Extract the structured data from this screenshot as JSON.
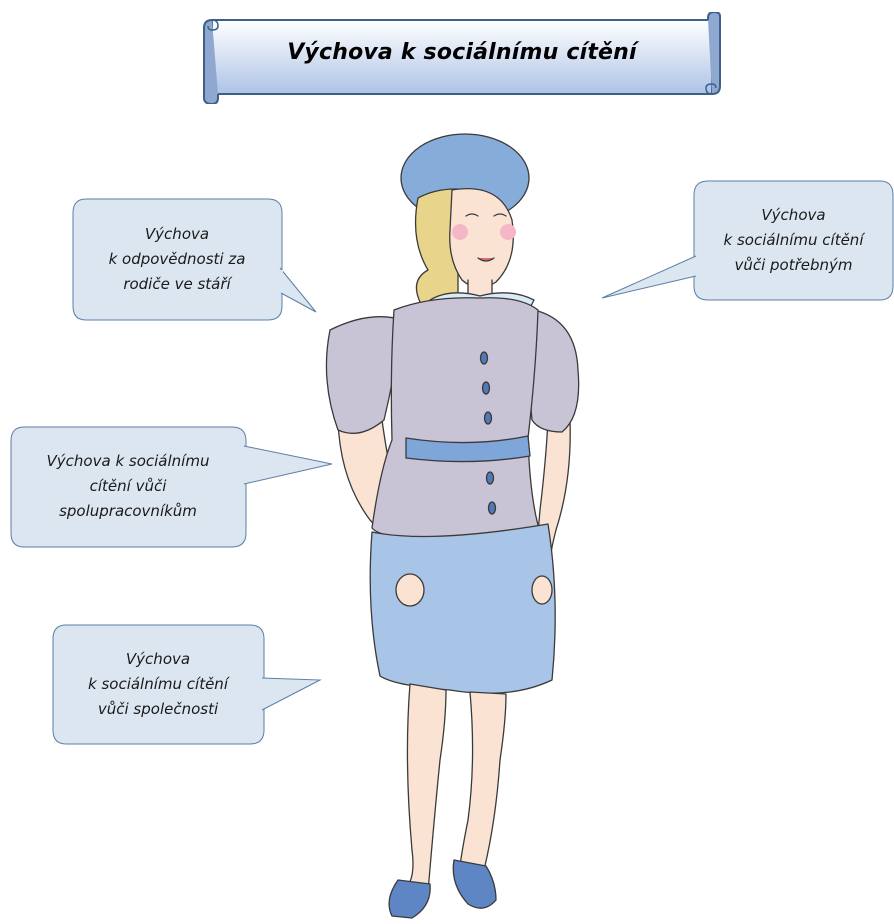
{
  "title": "Výchova k sociálnímu cítění",
  "callouts": [
    {
      "id": "parents",
      "lines": [
        "Výchova",
        "k odpovědnosti za",
        "rodiče ve stáří"
      ]
    },
    {
      "id": "needy",
      "lines": [
        "Výchova",
        "k sociálnímu cítění",
        "vůči potřebným"
      ]
    },
    {
      "id": "coworkers",
      "lines": [
        "Výchova k sociálnímu",
        "cítění vůči",
        "spolupracovníkům"
      ]
    },
    {
      "id": "society",
      "lines": [
        "Výchova",
        "k sociálnímu cítění",
        "vůči společnosti"
      ]
    }
  ],
  "colors": {
    "callout_fill": "#dce6f1",
    "callout_stroke": "#5b7fa6",
    "banner_fill_top": "#ffffff",
    "banner_fill_bottom": "#b4c7e7",
    "blouse": "#c9c3d6",
    "skirt": "#a8c4e6",
    "belt_hat": "#7fa6d8"
  },
  "illustration": "woman-in-blouse-and-skirt-drawing"
}
